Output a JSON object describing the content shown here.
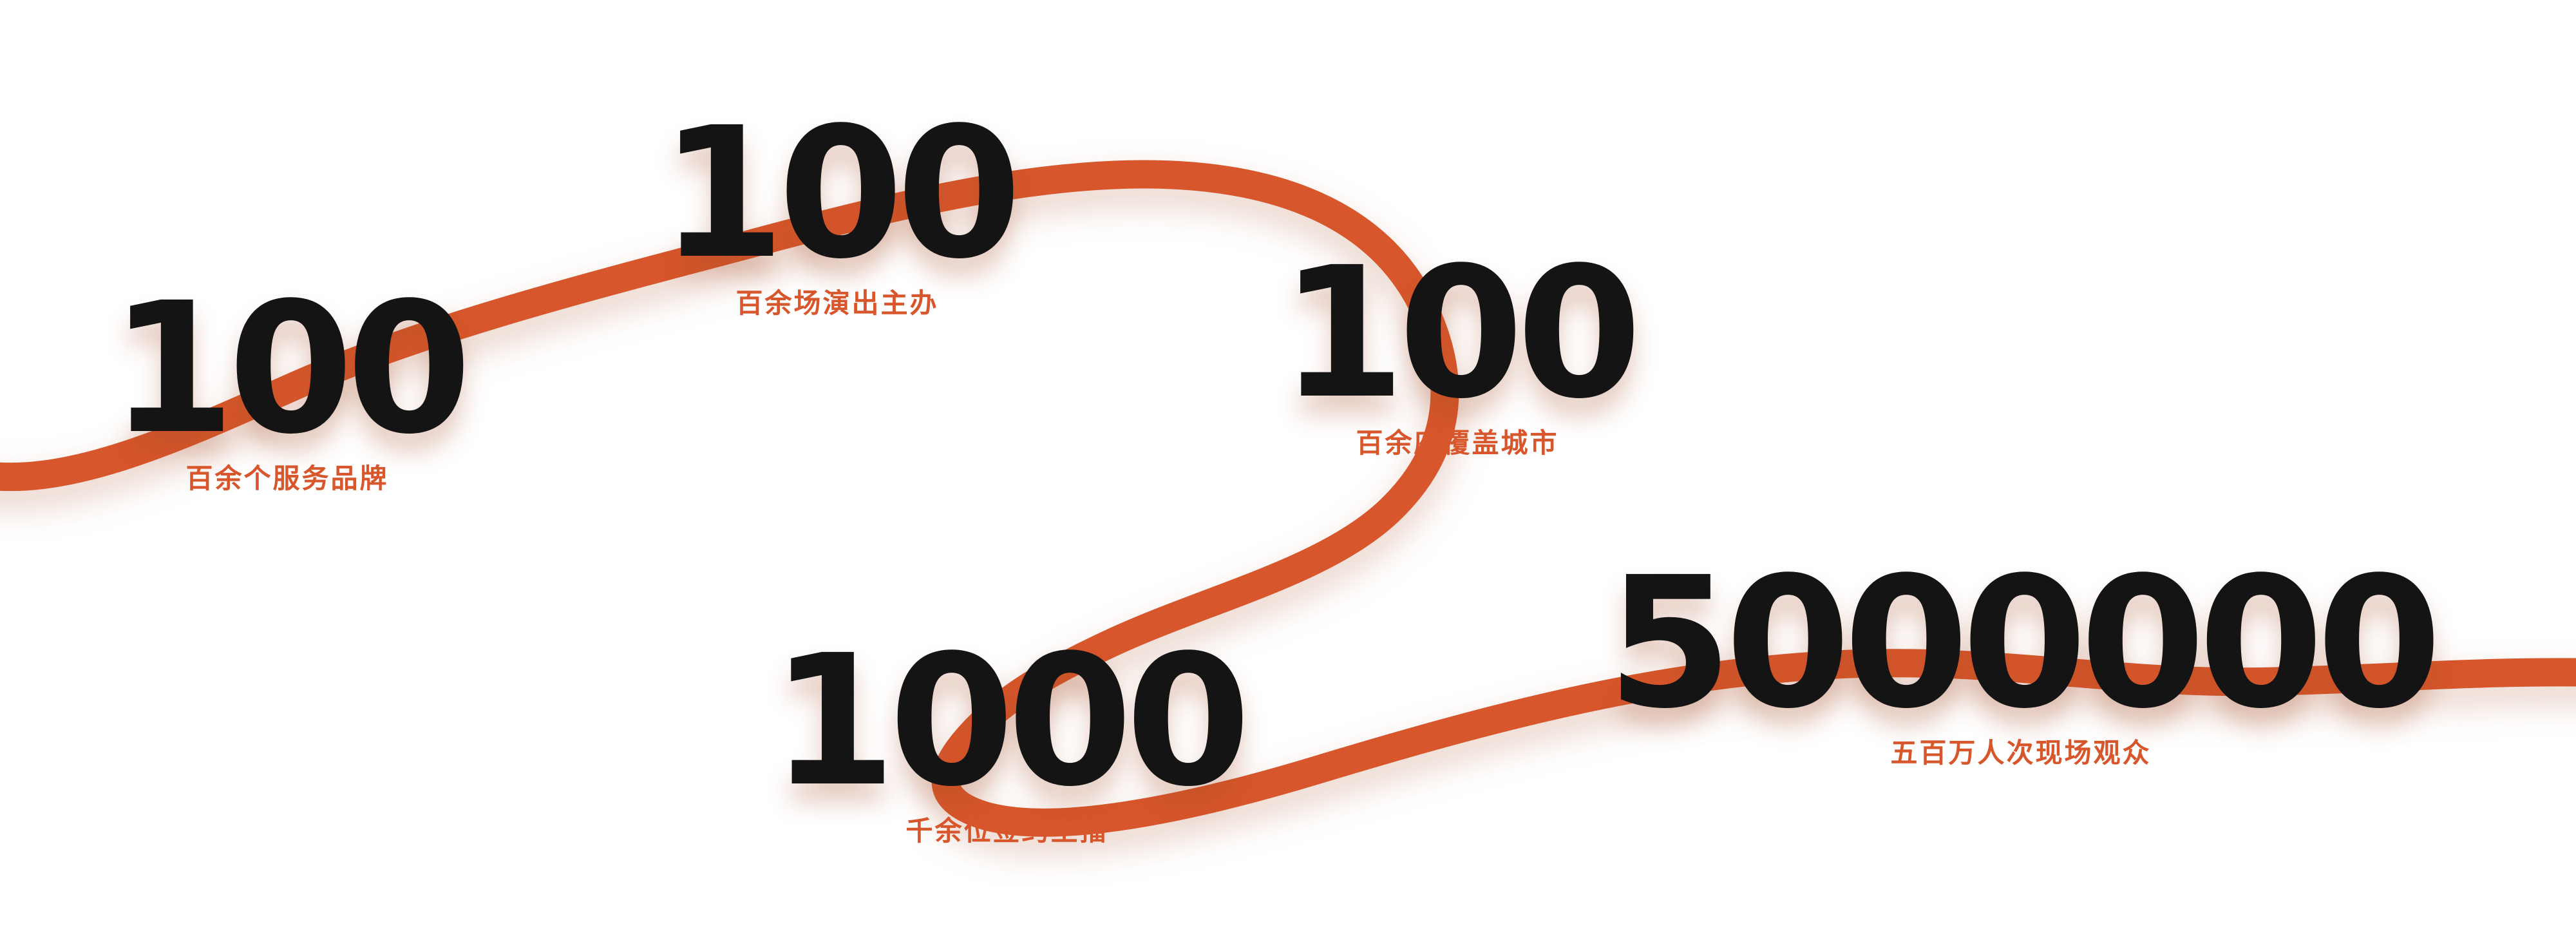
{
  "canvas": {
    "background": "#ffffff"
  },
  "colors": {
    "accent": "#d7562b",
    "number": "#141414"
  },
  "stats": [
    {
      "value": "100",
      "label": "百余个服务品牌"
    },
    {
      "value": "100",
      "label": "百余场演出主办"
    },
    {
      "value": "100",
      "label": "百余座覆盖城市"
    },
    {
      "value": "1000",
      "label": "千余位签约主播"
    },
    {
      "value": "5000000",
      "label": "五百万人次现场观众"
    }
  ]
}
